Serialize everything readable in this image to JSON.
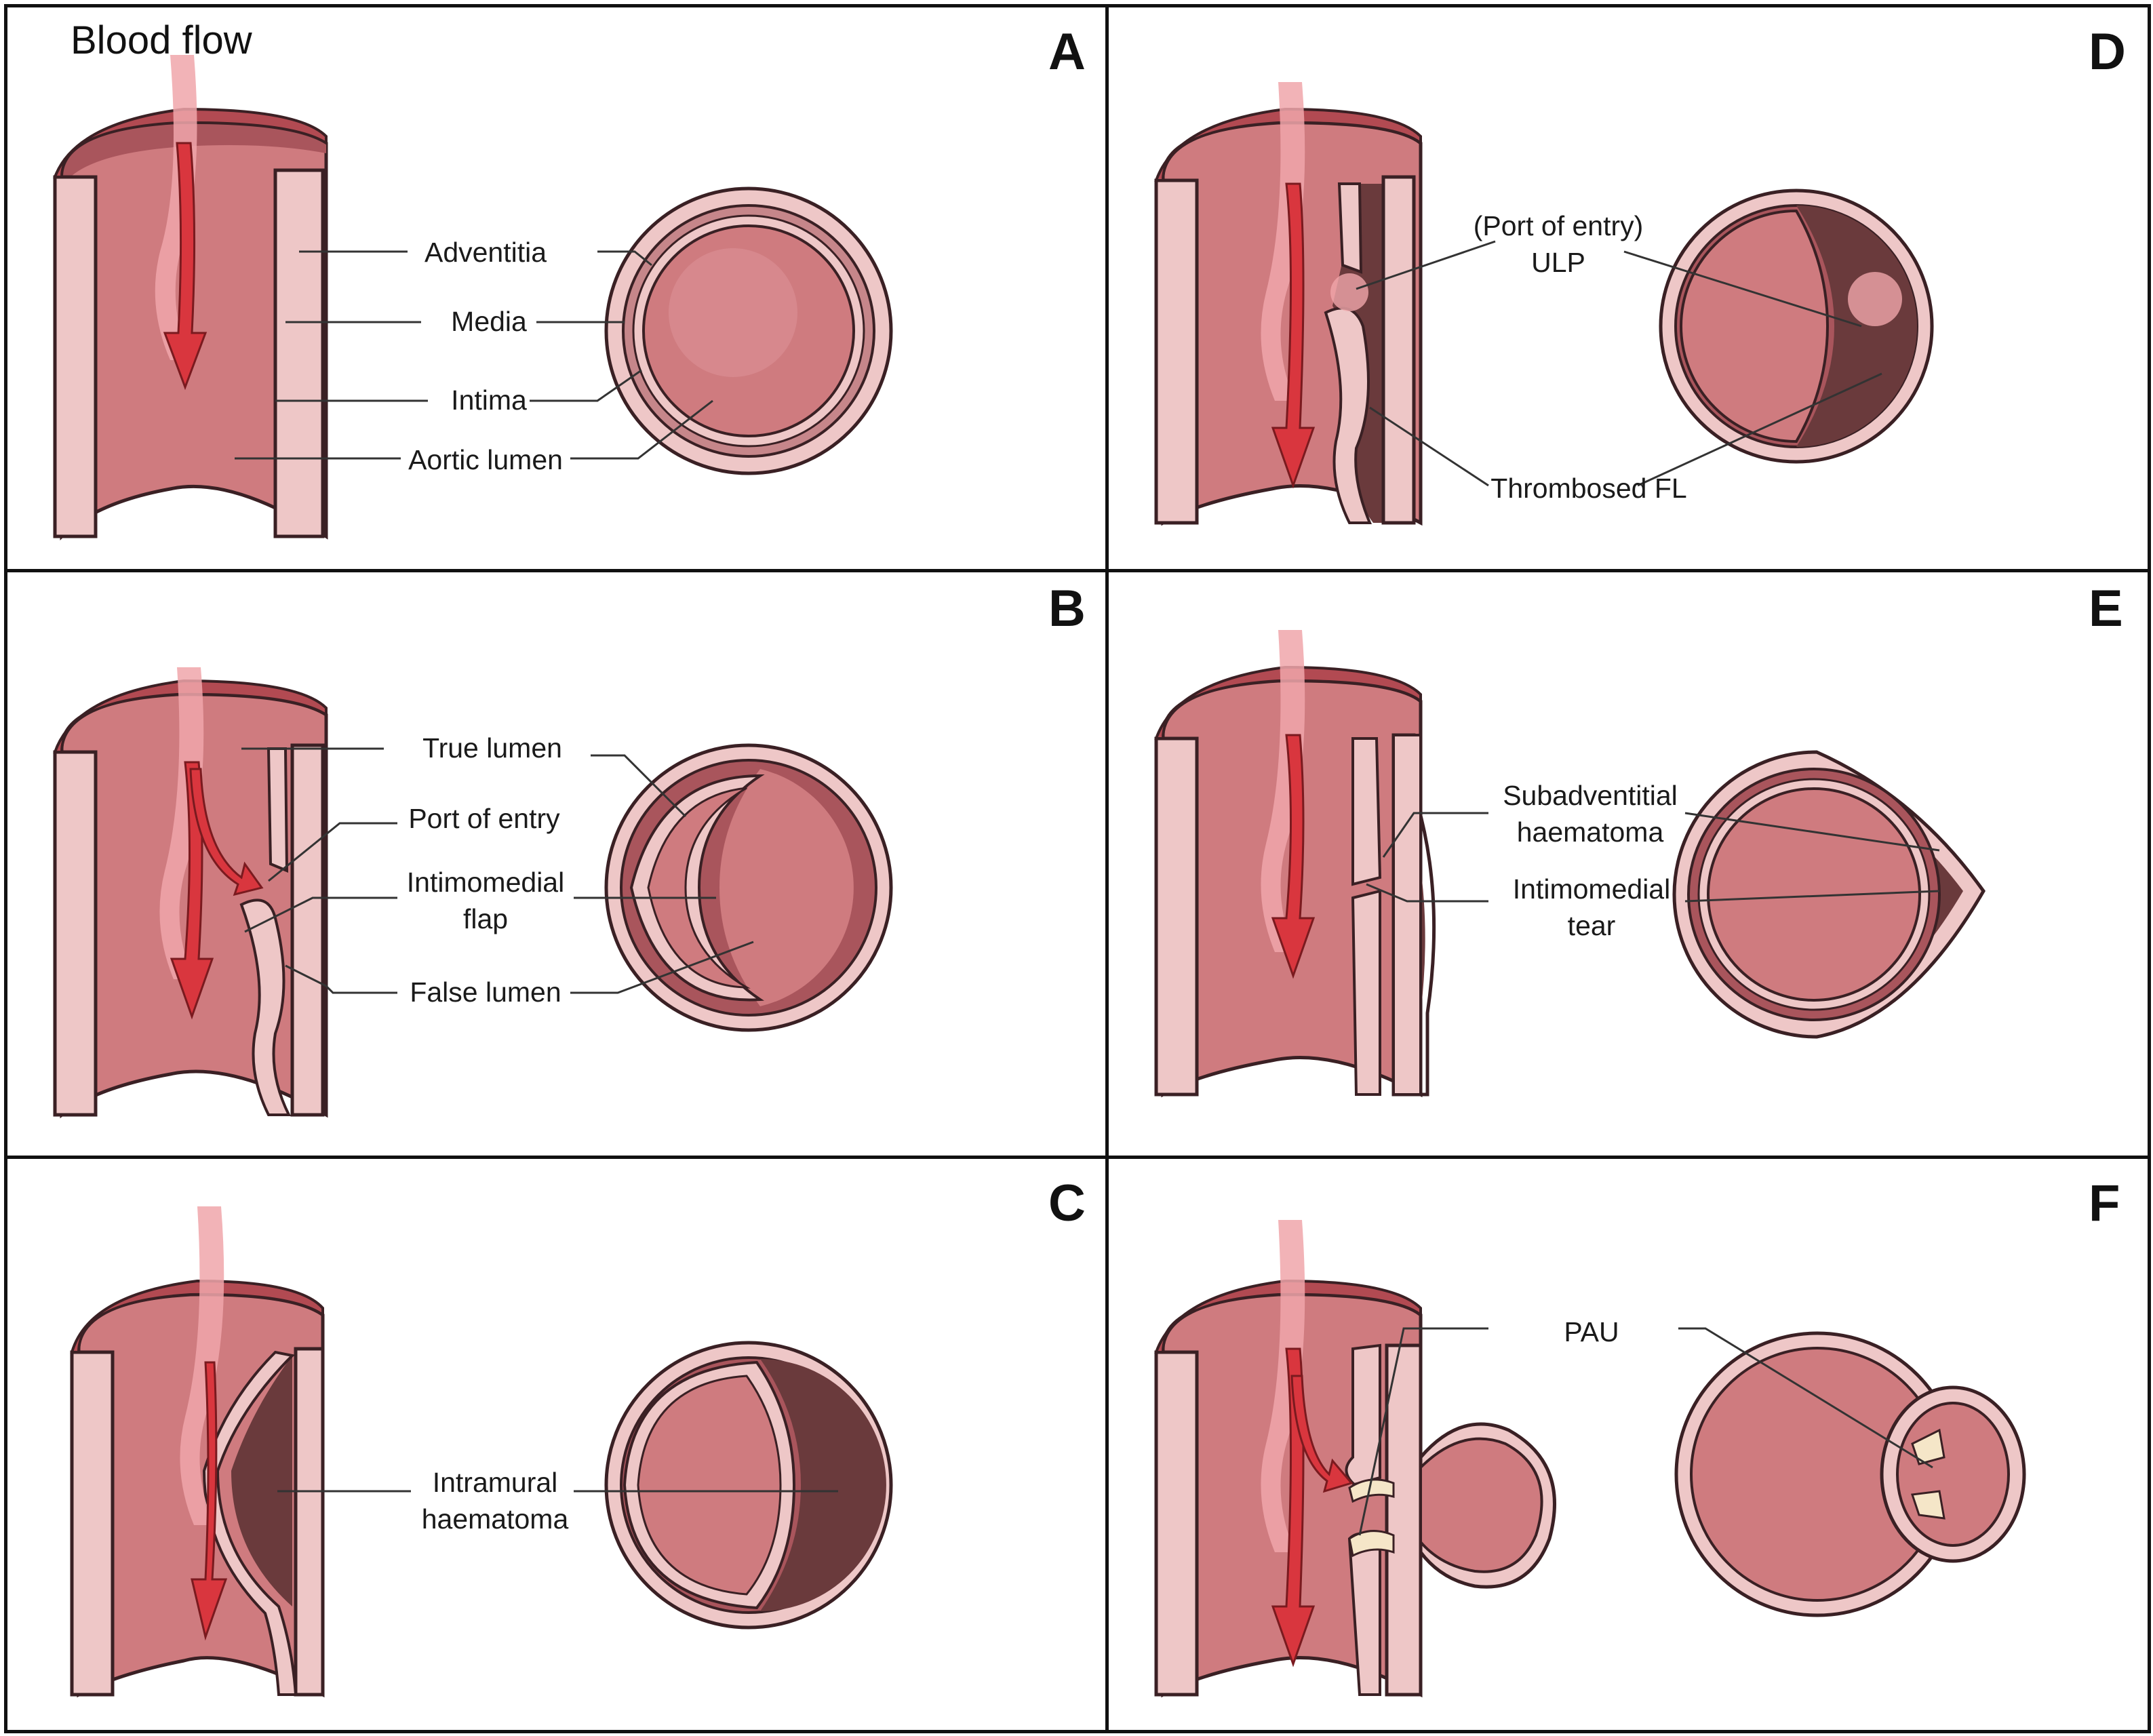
{
  "colors": {
    "lumen": "#cf7b7f",
    "lumen_dark": "#a9555c",
    "wall": "#eec7c7",
    "wall_rim": "#b24a52",
    "thrombus": "#6a3a3c",
    "arrow": "#d9363e",
    "arrow_stream": "#f0a6aa",
    "line": "#333333",
    "border": "#111111"
  },
  "top_label": "Blood flow",
  "panels": [
    {
      "id": "A",
      "letter": "A",
      "labels": [
        {
          "text": "Adventitia"
        },
        {
          "text": "Media"
        },
        {
          "text": "Intima"
        },
        {
          "text": "Aortic lumen"
        }
      ]
    },
    {
      "id": "B",
      "letter": "B",
      "labels": [
        {
          "text": "True lumen"
        },
        {
          "text": "Port of entry"
        },
        {
          "text": "Intimomedial\nflap"
        },
        {
          "text": "False lumen"
        }
      ]
    },
    {
      "id": "C",
      "letter": "C",
      "labels": [
        {
          "text": "Intramural\nhaematoma"
        }
      ]
    },
    {
      "id": "D",
      "letter": "D",
      "labels": [
        {
          "text": "(Port of entry)\nULP"
        },
        {
          "text": "Thrombosed FL"
        }
      ]
    },
    {
      "id": "E",
      "letter": "E",
      "labels": [
        {
          "text": "Subadventitial\nhaematoma"
        },
        {
          "text": "Intimomedial\ntear"
        }
      ]
    },
    {
      "id": "F",
      "letter": "F",
      "labels": [
        {
          "text": "PAU"
        }
      ]
    }
  ]
}
